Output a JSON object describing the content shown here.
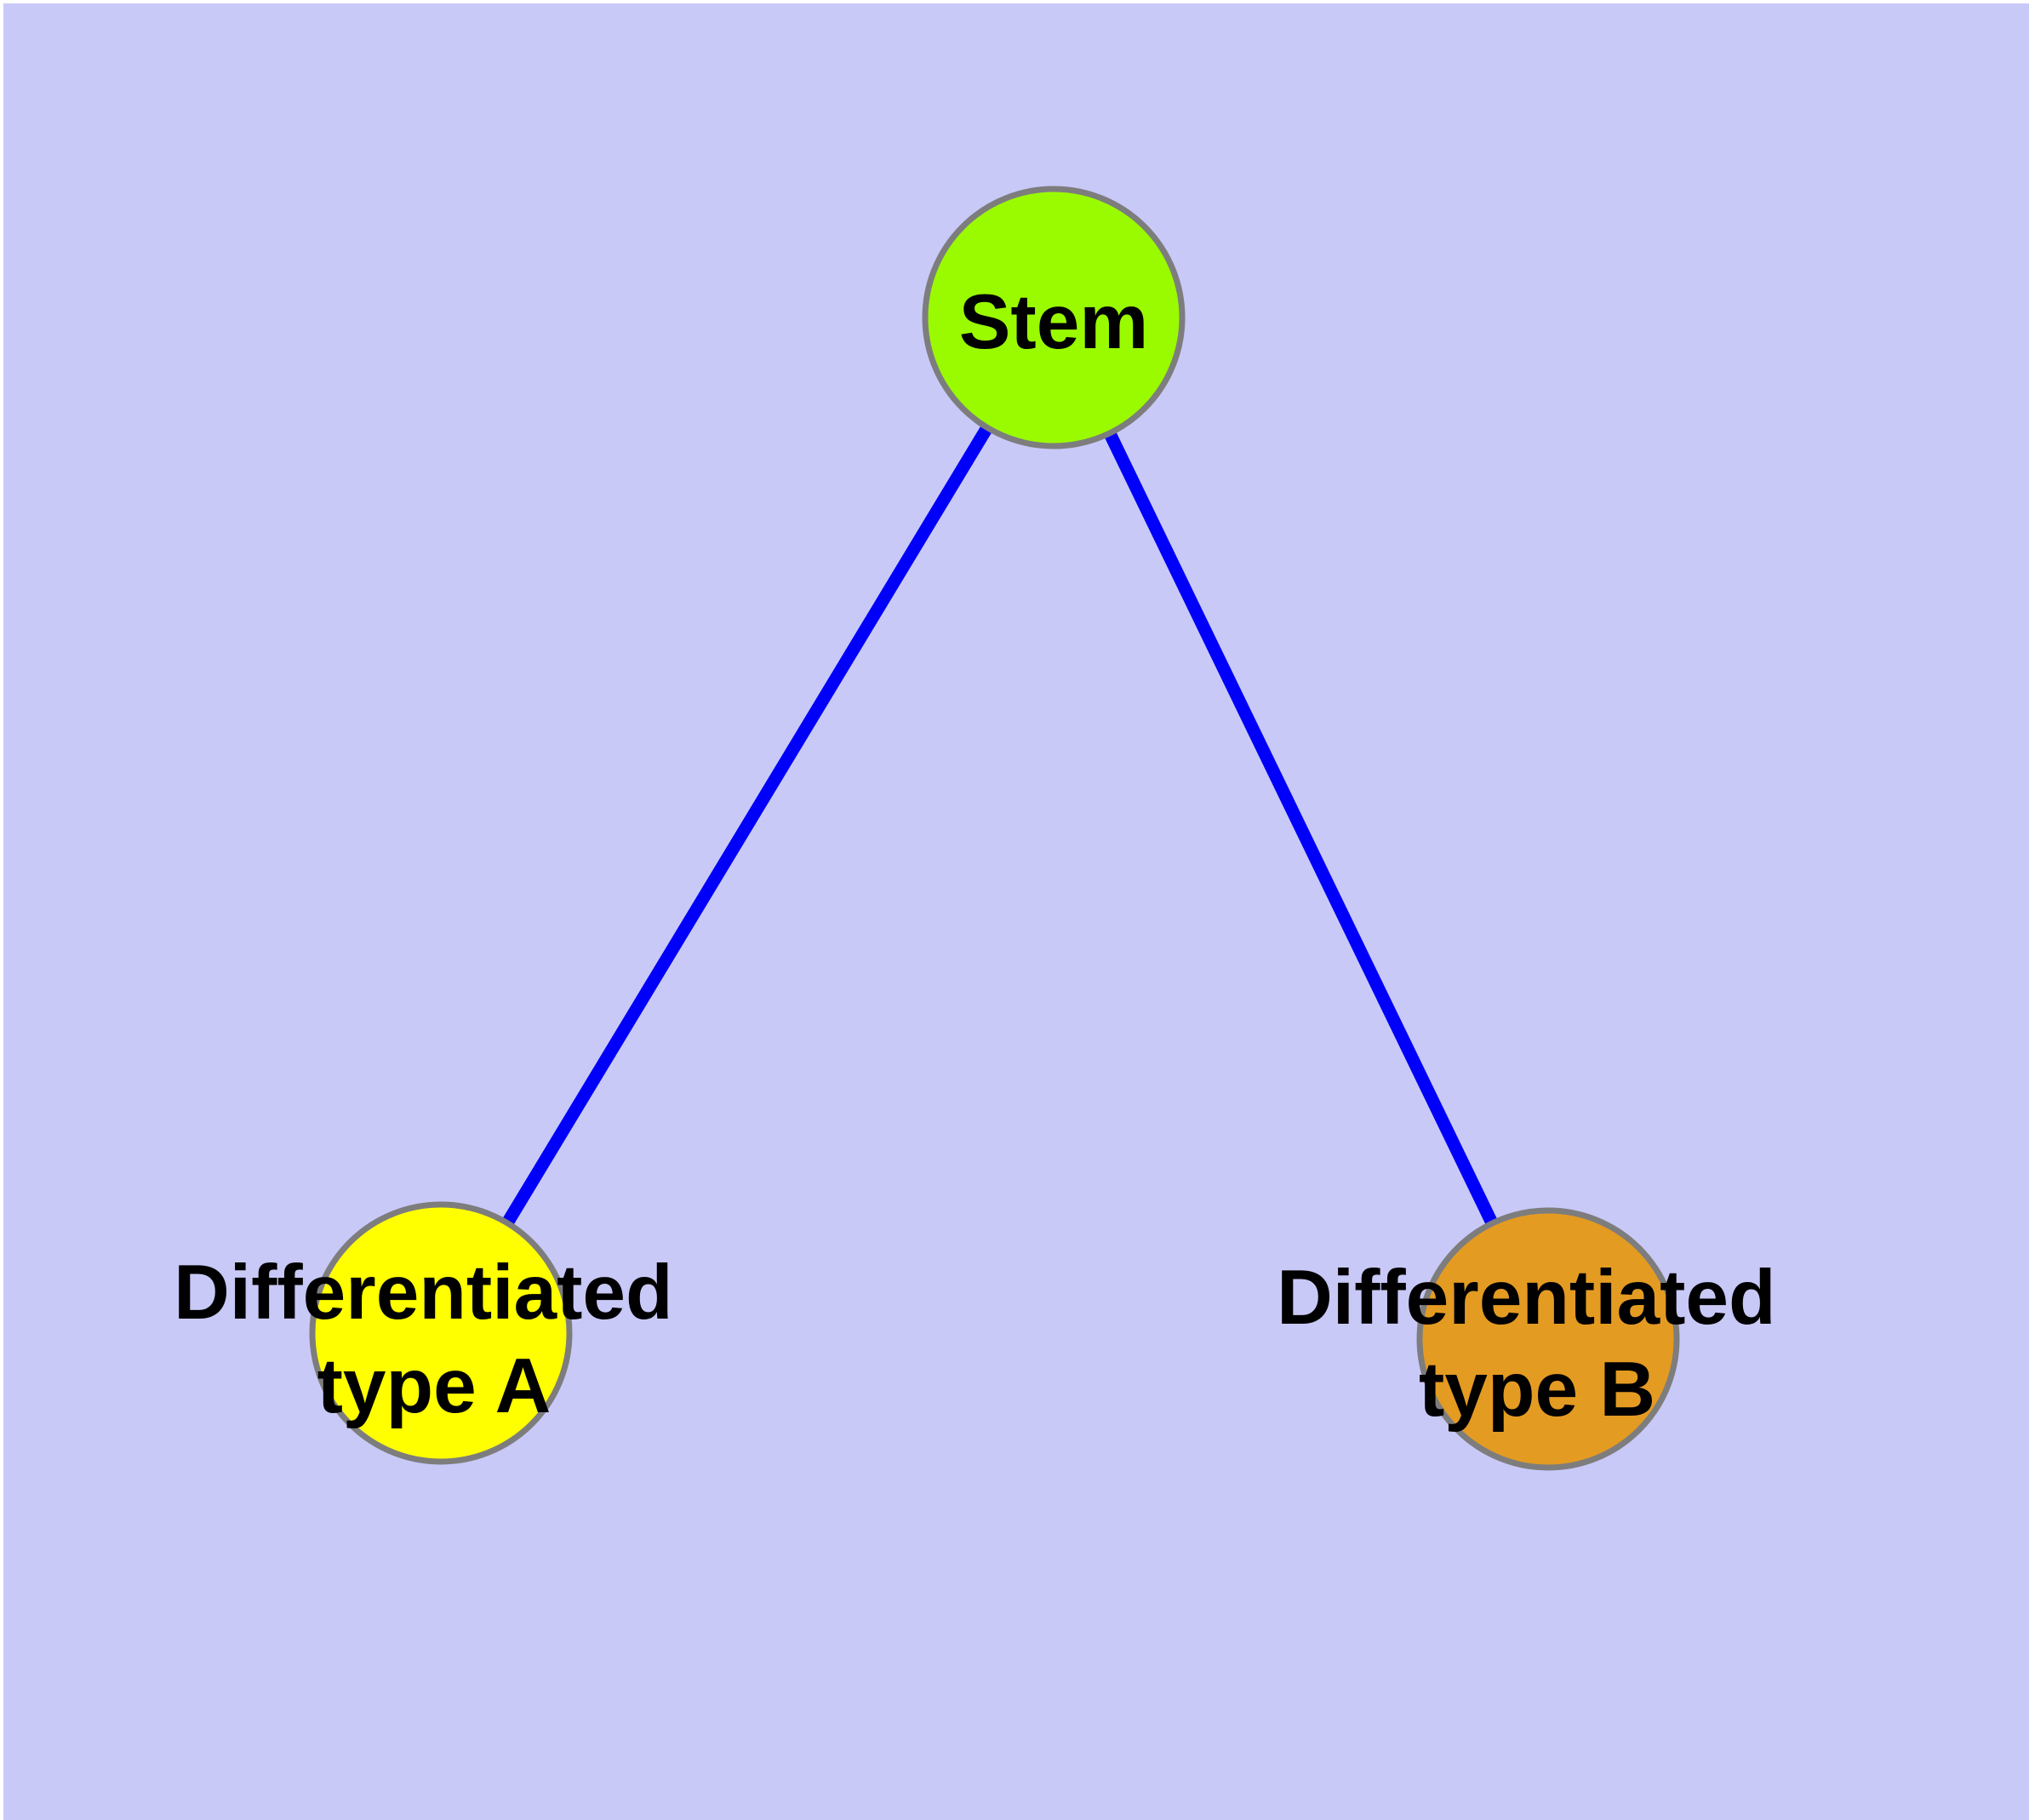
{
  "diagram": {
    "background_color": "#C9C9F8",
    "frame_color": "#FFFFFF",
    "edge_color": "#0000FA",
    "node_border_color": "#7D7D7D",
    "label_color": "#000000",
    "nodes": [
      {
        "id": "stem",
        "label": "Stem",
        "lines": [
          "Stem"
        ],
        "fill": "#9AFB00"
      },
      {
        "id": "differentiated-type-a",
        "label": "Differentiated type A",
        "lines": [
          "Differentiated",
          "type A"
        ],
        "fill": "#FFFF00"
      },
      {
        "id": "differentiated-type-b",
        "label": "Differentiated type B",
        "lines": [
          "Differentiated",
          "type B"
        ],
        "fill": "#E49B22"
      }
    ],
    "edges": [
      {
        "from": "Stem",
        "to": "Differentiated type A"
      },
      {
        "from": "Stem",
        "to": "Differentiated type B"
      }
    ]
  }
}
